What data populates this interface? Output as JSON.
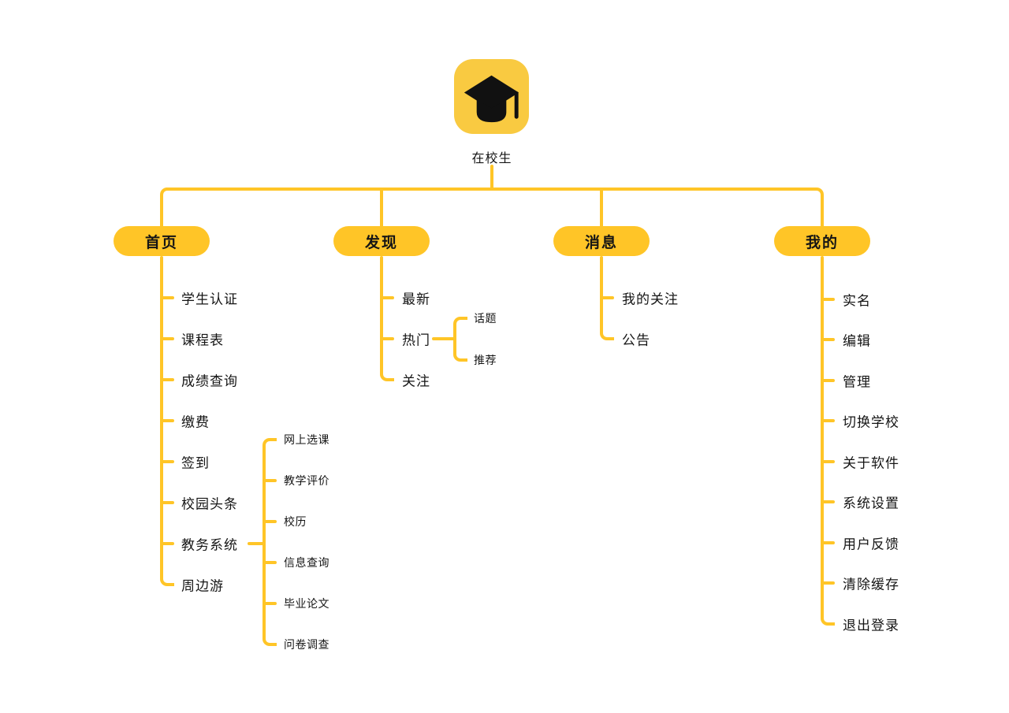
{
  "diagram": {
    "root": {
      "label": "在校生",
      "icon": "graduation-cap-icon"
    },
    "branches": [
      {
        "label": "首页",
        "children": [
          {
            "label": "学生认证"
          },
          {
            "label": "课程表"
          },
          {
            "label": "成绩查询"
          },
          {
            "label": "缴费"
          },
          {
            "label": "签到"
          },
          {
            "label": "校园头条"
          },
          {
            "label": "教务系统",
            "children": [
              {
                "label": "网上选课"
              },
              {
                "label": "教学评价"
              },
              {
                "label": "校历"
              },
              {
                "label": "信息查询"
              },
              {
                "label": "毕业论文"
              },
              {
                "label": "问卷调查"
              }
            ]
          },
          {
            "label": "周边游"
          }
        ]
      },
      {
        "label": "发现",
        "children": [
          {
            "label": "最新"
          },
          {
            "label": "热门",
            "children": [
              {
                "label": "话题"
              },
              {
                "label": "推荐"
              }
            ]
          },
          {
            "label": "关注"
          }
        ]
      },
      {
        "label": "消息",
        "children": [
          {
            "label": "我的关注"
          },
          {
            "label": "公告"
          }
        ]
      },
      {
        "label": "我的",
        "children": [
          {
            "label": "实名"
          },
          {
            "label": "编辑"
          },
          {
            "label": "管理"
          },
          {
            "label": "切换学校"
          },
          {
            "label": "关于软件"
          },
          {
            "label": "系统设置"
          },
          {
            "label": "用户反馈"
          },
          {
            "label": "清除缓存"
          },
          {
            "label": "退出登录"
          }
        ]
      }
    ]
  },
  "colors": {
    "accent": "#FFC527",
    "icon-bg": "#F9CA41",
    "ink": "#151515",
    "canvas": "#FFFFFF"
  }
}
